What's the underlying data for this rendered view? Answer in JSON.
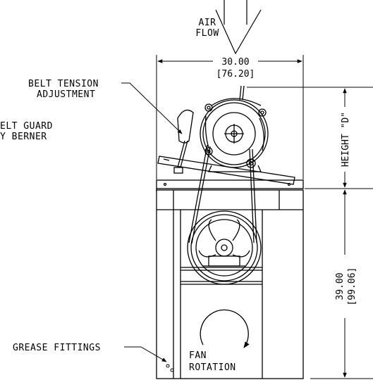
{
  "labels": {
    "air_flow_line1": "AIR",
    "air_flow_line2": "FLOW",
    "width_dim": "30.00",
    "width_dim_metric": "[76.20]",
    "belt_tension_line1": "BELT TENSION",
    "belt_tension_line2": "ADJUSTMENT",
    "belt_guard_line1": "ELT GUARD",
    "belt_guard_line2": "Y BERNER",
    "height_d": "HEIGHT \"D\"",
    "height_dim": "39.00",
    "height_dim_metric": "[99.06]",
    "grease_fittings": "GREASE FITTINGS",
    "fan_rotation_line1": "FAN",
    "fan_rotation_line2": "ROTATION"
  },
  "colors": {
    "line": "#000000",
    "background": "#ffffff"
  }
}
